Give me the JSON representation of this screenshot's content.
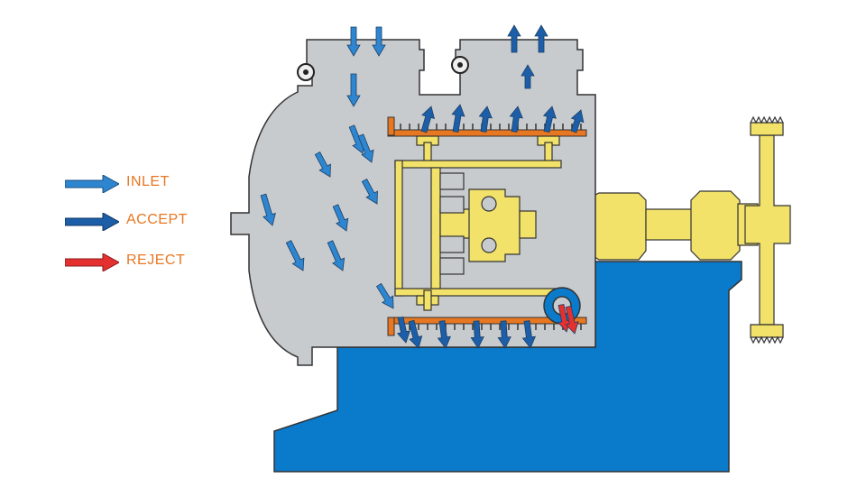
{
  "legend": {
    "items": [
      {
        "label": "INLET",
        "color": "#2E86D0"
      },
      {
        "label": "ACCEPT",
        "color": "#1C5FA8"
      },
      {
        "label": "REJECT",
        "color": "#E53030"
      }
    ],
    "label_color": "#E87722"
  },
  "colors": {
    "housing": "#C8CBCE",
    "base": "#0A7ACB",
    "rotor": "#F2E26A",
    "screen": "#E87722",
    "outline": "#333333"
  },
  "icons": [
    "pressure-gauge-icon",
    "arrow-icon"
  ]
}
